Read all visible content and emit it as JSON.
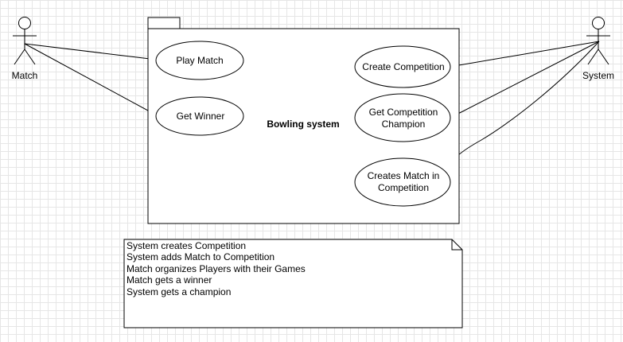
{
  "diagram": {
    "system_label": "Bowling system",
    "actors": {
      "match": {
        "label": "Match"
      },
      "system": {
        "label": "System"
      }
    },
    "use_cases": {
      "play_match": {
        "lines": [
          "Play Match"
        ]
      },
      "get_winner": {
        "lines": [
          "Get Winner"
        ]
      },
      "create_competition": {
        "lines": [
          "Create Competition"
        ]
      },
      "get_champion": {
        "lines": [
          "Get Competition",
          "Champion"
        ]
      },
      "creates_match": {
        "lines": [
          "Creates Match in",
          "Competition"
        ]
      }
    },
    "note": {
      "lines": [
        "System creates Competition",
        "System adds Match to Competition",
        "Match organizes Players with their Games",
        "Match gets a winner",
        "System gets a champion"
      ]
    }
  }
}
